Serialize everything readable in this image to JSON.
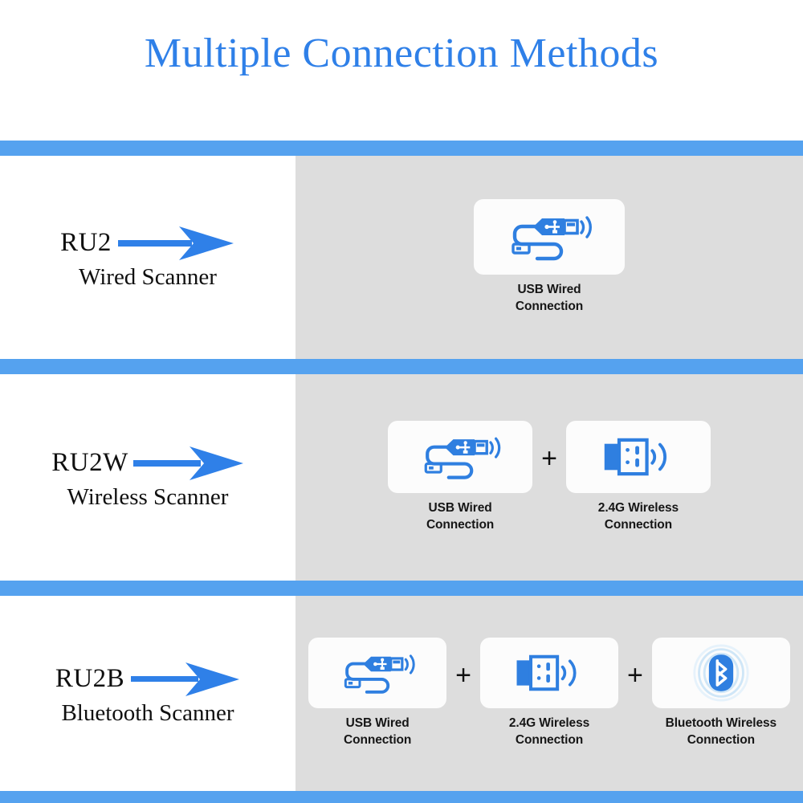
{
  "header": {
    "title": "Multiple Connection Methods",
    "title_color": "#2f80e8"
  },
  "theme": {
    "bar_color": "#55a2ef",
    "panel_gray": "#dddddd",
    "card_white": "#fcfcfc",
    "icon_blue": "#2f7fe0",
    "text_black": "#111111"
  },
  "rows": [
    {
      "model": "RU2",
      "scanner_type": "Wired Scanner",
      "arrow_icon": "right-arrow-icon",
      "methods": [
        {
          "icon": "usb-cable-icon",
          "caption": "USB Wired\nConnection"
        }
      ]
    },
    {
      "model": "RU2W",
      "scanner_type": "Wireless Scanner",
      "arrow_icon": "right-arrow-icon",
      "methods": [
        {
          "icon": "usb-cable-icon",
          "caption": "USB Wired\nConnection"
        },
        {
          "icon": "usb-dongle-icon",
          "caption": "2.4G Wireless\nConnection"
        }
      ],
      "separator": "+"
    },
    {
      "model": "RU2B",
      "scanner_type": "Bluetooth Scanner",
      "arrow_icon": "right-arrow-icon",
      "methods": [
        {
          "icon": "usb-cable-icon",
          "caption": "USB Wired\nConnection"
        },
        {
          "icon": "usb-dongle-icon",
          "caption": "2.4G Wireless\nConnection"
        },
        {
          "icon": "bluetooth-icon",
          "caption": "Bluetooth Wireless\nConnection"
        }
      ],
      "separator": "+"
    }
  ]
}
